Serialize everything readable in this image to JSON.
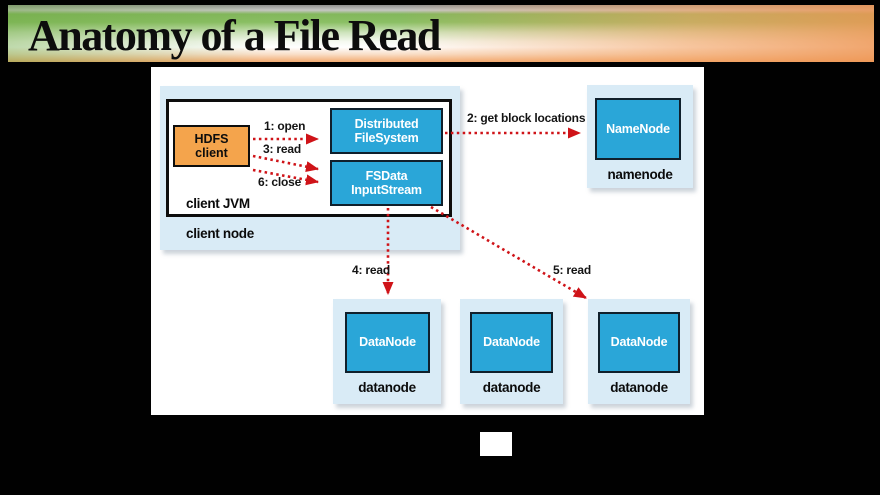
{
  "slide": {
    "title": "Anatomy of a File Read"
  },
  "diagram": {
    "client_node": {
      "label": "client node",
      "jvm_label": "client JVM",
      "hdfs_client": {
        "line1": "HDFS",
        "line2": "client"
      },
      "distributed_filesystem": {
        "line1": "Distributed",
        "line2": "FileSystem"
      },
      "fsdata_inputstream": {
        "line1": "FSData",
        "line2": "InputStream"
      }
    },
    "namenode": {
      "box": "NameNode",
      "label": "namenode"
    },
    "datanodes": [
      {
        "box": "DataNode",
        "label": "datanode"
      },
      {
        "box": "DataNode",
        "label": "datanode"
      },
      {
        "box": "DataNode",
        "label": "datanode"
      }
    ],
    "arrows": {
      "open": "1: open",
      "get_block_locations": "2: get block locations",
      "read_client": "3: read",
      "read_first": "4: read",
      "read_second": "5: read",
      "close": "6: close"
    },
    "colors": {
      "node_blue": "#2aa6d8",
      "container_blue": "#d9ebf6",
      "client_orange": "#f4a44c",
      "arrow_red": "#cf1318",
      "banner_green": "#83b75c",
      "banner_orange": "#f2aa70"
    }
  }
}
